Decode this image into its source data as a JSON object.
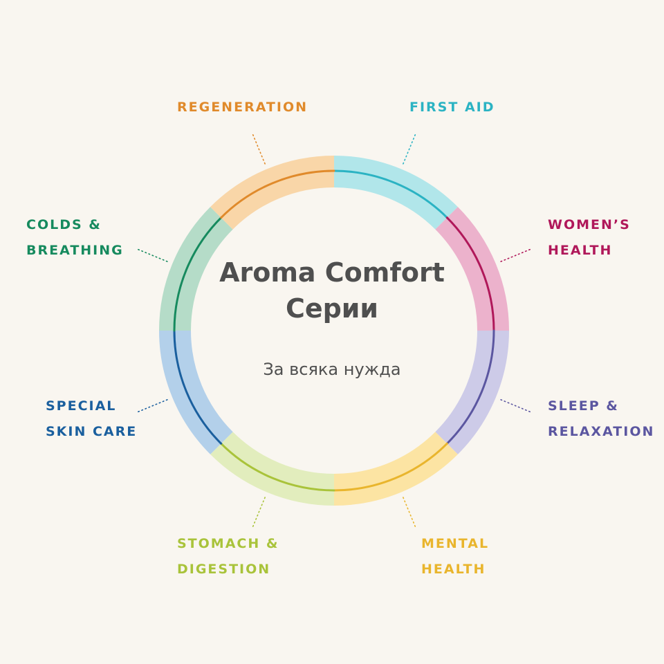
{
  "center": {
    "title_line1": "Aroma Comfort",
    "title_line2": "Серии",
    "subtitle": "За всяка нужда"
  },
  "segments": [
    {
      "id": "first-aid",
      "lines": [
        "FIRST AID"
      ],
      "color": "#2bb3c3",
      "light": "#b1e6ea"
    },
    {
      "id": "womens",
      "lines": [
        "WOMEN’S",
        "HEALTH"
      ],
      "color": "#b0185a",
      "light": "#ecb2cc"
    },
    {
      "id": "sleep",
      "lines": [
        "SLEEP &",
        "RELAXATION"
      ],
      "color": "#5b56a0",
      "light": "#cdcbe8"
    },
    {
      "id": "mental",
      "lines": [
        "MENTAL",
        "HEALTH"
      ],
      "color": "#e9b52d",
      "light": "#fce4a3"
    },
    {
      "id": "stomach",
      "lines": [
        "STOMACH &",
        "DIGESTION"
      ],
      "color": "#a9c33a",
      "light": "#e2edbd"
    },
    {
      "id": "skin",
      "lines": [
        "SPECIAL",
        "SKIN CARE"
      ],
      "color": "#1a5f9e",
      "light": "#b3d0ea"
    },
    {
      "id": "colds",
      "lines": [
        "COLDS &",
        "BREATHING"
      ],
      "color": "#168a5e",
      "light": "#b5dcc8"
    },
    {
      "id": "regen",
      "lines": [
        "REGENERATION"
      ],
      "color": "#e08a2b",
      "light": "#f9d6a8"
    }
  ]
}
